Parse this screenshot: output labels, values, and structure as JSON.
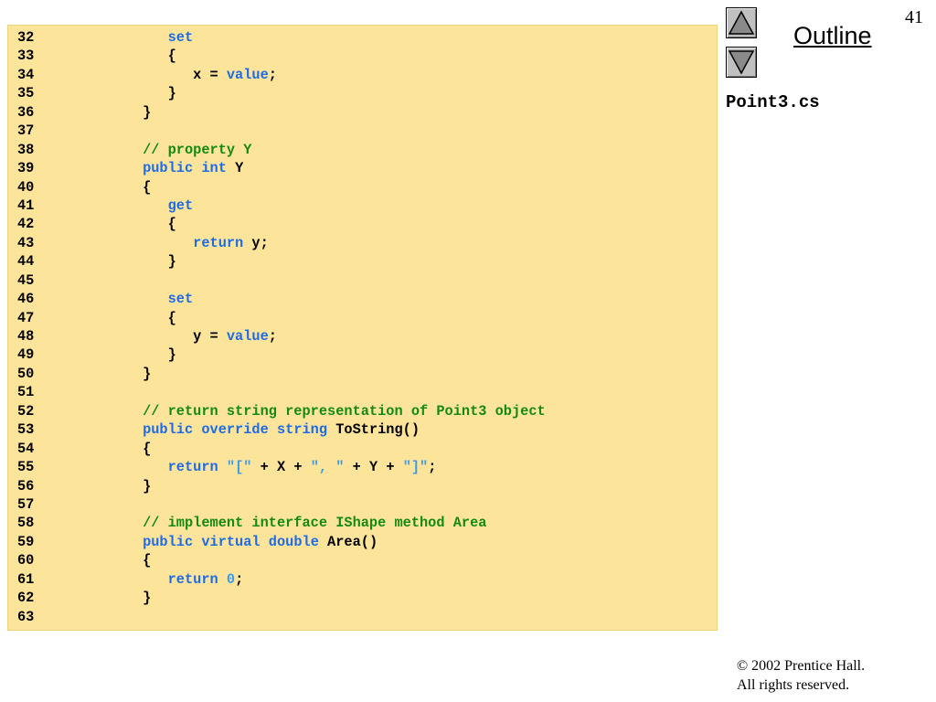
{
  "slide": {
    "number": "41"
  },
  "navigation": {
    "outline_label": "Outline",
    "up_icon": "triangle-up-icon",
    "down_icon": "triangle-down-icon"
  },
  "file_name": "Point3.cs",
  "colors": {
    "code_background": "#fde49b",
    "keyword": "#1e6be6",
    "comment": "#138a13",
    "string": "#3d9be6",
    "button_face": "#c0c0c0"
  },
  "code_lines": [
    {
      "num": "32",
      "tokens": [
        {
          "t": "         "
        },
        {
          "t": "set",
          "c": "kw"
        }
      ]
    },
    {
      "num": "33",
      "tokens": [
        {
          "t": "         {"
        }
      ]
    },
    {
      "num": "34",
      "tokens": [
        {
          "t": "            x = "
        },
        {
          "t": "value",
          "c": "kw"
        },
        {
          "t": ";"
        }
      ]
    },
    {
      "num": "35",
      "tokens": [
        {
          "t": "         }"
        }
      ]
    },
    {
      "num": "36",
      "tokens": [
        {
          "t": "      }"
        }
      ]
    },
    {
      "num": "37",
      "tokens": []
    },
    {
      "num": "38",
      "tokens": [
        {
          "t": "      "
        },
        {
          "t": "// property Y",
          "c": "cm"
        }
      ]
    },
    {
      "num": "39",
      "tokens": [
        {
          "t": "      "
        },
        {
          "t": "public",
          "c": "kw"
        },
        {
          "t": " "
        },
        {
          "t": "int",
          "c": "kw"
        },
        {
          "t": " Y"
        }
      ]
    },
    {
      "num": "40",
      "tokens": [
        {
          "t": "      {"
        }
      ]
    },
    {
      "num": "41",
      "tokens": [
        {
          "t": "         "
        },
        {
          "t": "get",
          "c": "kw"
        }
      ]
    },
    {
      "num": "42",
      "tokens": [
        {
          "t": "         {"
        }
      ]
    },
    {
      "num": "43",
      "tokens": [
        {
          "t": "            "
        },
        {
          "t": "return",
          "c": "kw"
        },
        {
          "t": " y;"
        }
      ]
    },
    {
      "num": "44",
      "tokens": [
        {
          "t": "         }"
        }
      ]
    },
    {
      "num": "45",
      "tokens": []
    },
    {
      "num": "46",
      "tokens": [
        {
          "t": "         "
        },
        {
          "t": "set",
          "c": "kw"
        }
      ]
    },
    {
      "num": "47",
      "tokens": [
        {
          "t": "         {"
        }
      ]
    },
    {
      "num": "48",
      "tokens": [
        {
          "t": "            y = "
        },
        {
          "t": "value",
          "c": "kw"
        },
        {
          "t": ";"
        }
      ]
    },
    {
      "num": "49",
      "tokens": [
        {
          "t": "         }"
        }
      ]
    },
    {
      "num": "50",
      "tokens": [
        {
          "t": "      }"
        }
      ]
    },
    {
      "num": "51",
      "tokens": []
    },
    {
      "num": "52",
      "tokens": [
        {
          "t": "      "
        },
        {
          "t": "// return string representation of Point3 object",
          "c": "cm"
        }
      ]
    },
    {
      "num": "53",
      "tokens": [
        {
          "t": "      "
        },
        {
          "t": "public",
          "c": "kw"
        },
        {
          "t": " "
        },
        {
          "t": "override",
          "c": "kw"
        },
        {
          "t": " "
        },
        {
          "t": "string",
          "c": "kw"
        },
        {
          "t": " ToString()"
        }
      ]
    },
    {
      "num": "54",
      "tokens": [
        {
          "t": "      {"
        }
      ]
    },
    {
      "num": "55",
      "tokens": [
        {
          "t": "         "
        },
        {
          "t": "return",
          "c": "kw"
        },
        {
          "t": " "
        },
        {
          "t": "\"[\"",
          "c": "st"
        },
        {
          "t": " + X + "
        },
        {
          "t": "\", \"",
          "c": "st"
        },
        {
          "t": " + Y + "
        },
        {
          "t": "\"]\"",
          "c": "st"
        },
        {
          "t": ";"
        }
      ]
    },
    {
      "num": "56",
      "tokens": [
        {
          "t": "      }"
        }
      ]
    },
    {
      "num": "57",
      "tokens": []
    },
    {
      "num": "58",
      "tokens": [
        {
          "t": "      "
        },
        {
          "t": "// implement interface IShape method Area",
          "c": "cm"
        }
      ]
    },
    {
      "num": "59",
      "tokens": [
        {
          "t": "      "
        },
        {
          "t": "public",
          "c": "kw"
        },
        {
          "t": " "
        },
        {
          "t": "virtual",
          "c": "kw"
        },
        {
          "t": " "
        },
        {
          "t": "double",
          "c": "kw"
        },
        {
          "t": " Area()"
        }
      ]
    },
    {
      "num": "60",
      "tokens": [
        {
          "t": "      {"
        }
      ]
    },
    {
      "num": "61",
      "tokens": [
        {
          "t": "         "
        },
        {
          "t": "return",
          "c": "kw"
        },
        {
          "t": " "
        },
        {
          "t": "0",
          "c": "st"
        },
        {
          "t": ";"
        }
      ]
    },
    {
      "num": "62",
      "tokens": [
        {
          "t": "      }"
        }
      ]
    },
    {
      "num": "63",
      "tokens": []
    }
  ],
  "footer": {
    "copyright_symbol": "©",
    "copyright_text": " 2002 Prentice Hall.",
    "rights": "All rights reserved."
  }
}
